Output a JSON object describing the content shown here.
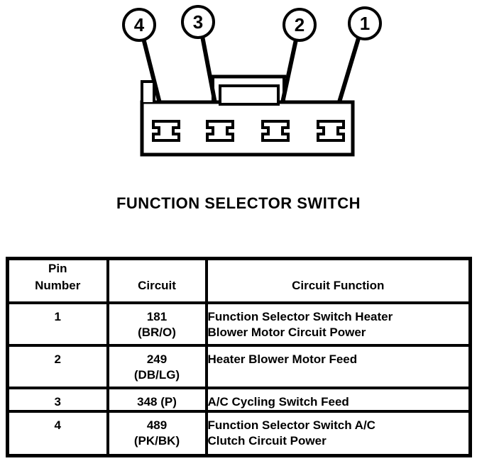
{
  "diagram": {
    "caption": "FUNCTION SELECTOR SWITCH",
    "callouts": [
      {
        "label": "4"
      },
      {
        "label": "3"
      },
      {
        "label": "2"
      },
      {
        "label": "1"
      }
    ]
  },
  "table": {
    "headers": {
      "pin": "Pin\nNumber",
      "circuit": "Circuit",
      "function": "Circuit Function"
    },
    "rows": [
      {
        "pin": "1",
        "circuit": "181\n(BR/O)",
        "function": "Function Selector Switch Heater\nBlower Motor Circuit Power"
      },
      {
        "pin": "2",
        "circuit": "249\n(DB/LG)",
        "function": "Heater Blower Motor Feed"
      },
      {
        "pin": "3",
        "circuit": "348 (P)",
        "function": "A/C Cycling Switch Feed"
      },
      {
        "pin": "4",
        "circuit": "489\n(PK/BK)",
        "function": "Function Selector Switch A/C\nClutch Circuit Power"
      }
    ]
  },
  "colors": {
    "ink": "#000000",
    "paper": "#ffffff"
  }
}
